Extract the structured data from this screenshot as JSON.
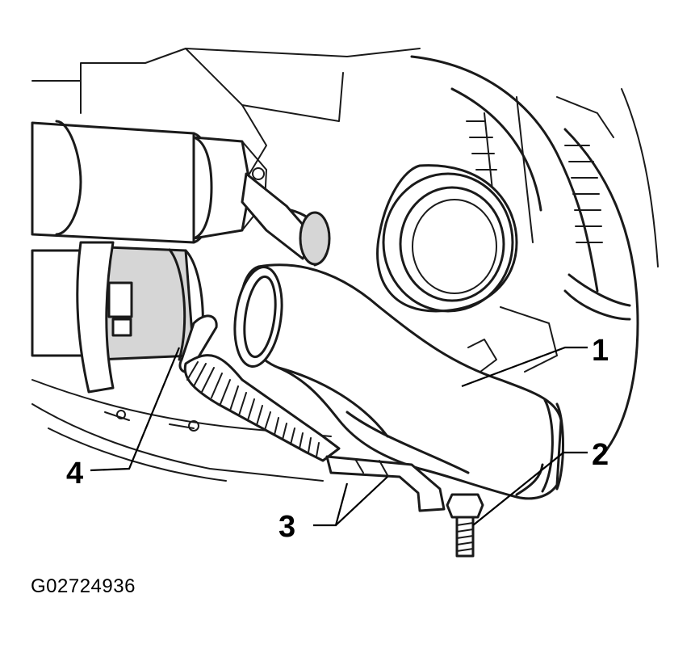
{
  "callouts": {
    "c1": "1",
    "c2": "2",
    "c3": "3",
    "c4": "4"
  },
  "figure_id": "G02724936",
  "colors": {
    "ink": "#1a1a1a",
    "hose_gray": "#d6d6d6",
    "background": "#ffffff"
  }
}
